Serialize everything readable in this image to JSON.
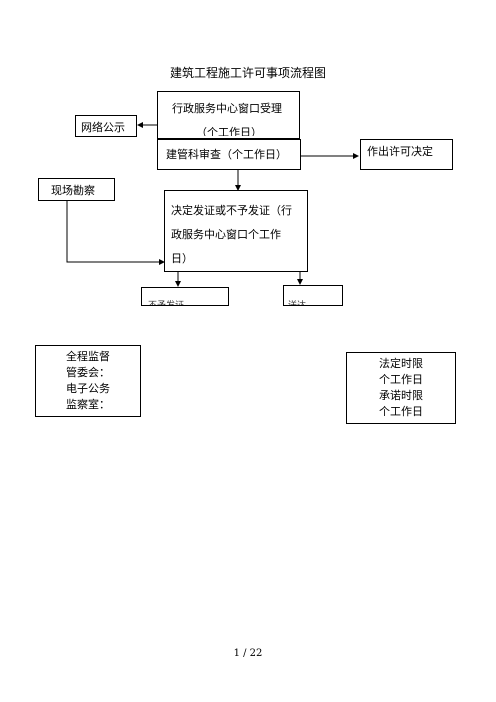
{
  "title": "建筑工程施工许可事项流程图",
  "nodes": {
    "window_accept_line1": "行政服务中心窗口受理",
    "window_accept_line2": "（个工作日）",
    "network_publicity": "网络公示",
    "review": "建管科审查（个工作日）",
    "permit_decision": "作出许可决定",
    "site_survey": "现场勘察",
    "decision_line1": "决定发证或不予发证（行",
    "decision_line2": "政服务中心窗口个工作",
    "decision_line3": "日）",
    "result_left": "不予发证",
    "result_right": "送达"
  },
  "supervision": {
    "line1": "全程监督",
    "line2": "管委会：",
    "line3": "电子公务",
    "line4": "监察室："
  },
  "time_limits": {
    "line1": "法定时限",
    "line2": "个工作日",
    "line3": "承诺时限",
    "line4": "个工作日"
  },
  "footer": "1 / 22"
}
